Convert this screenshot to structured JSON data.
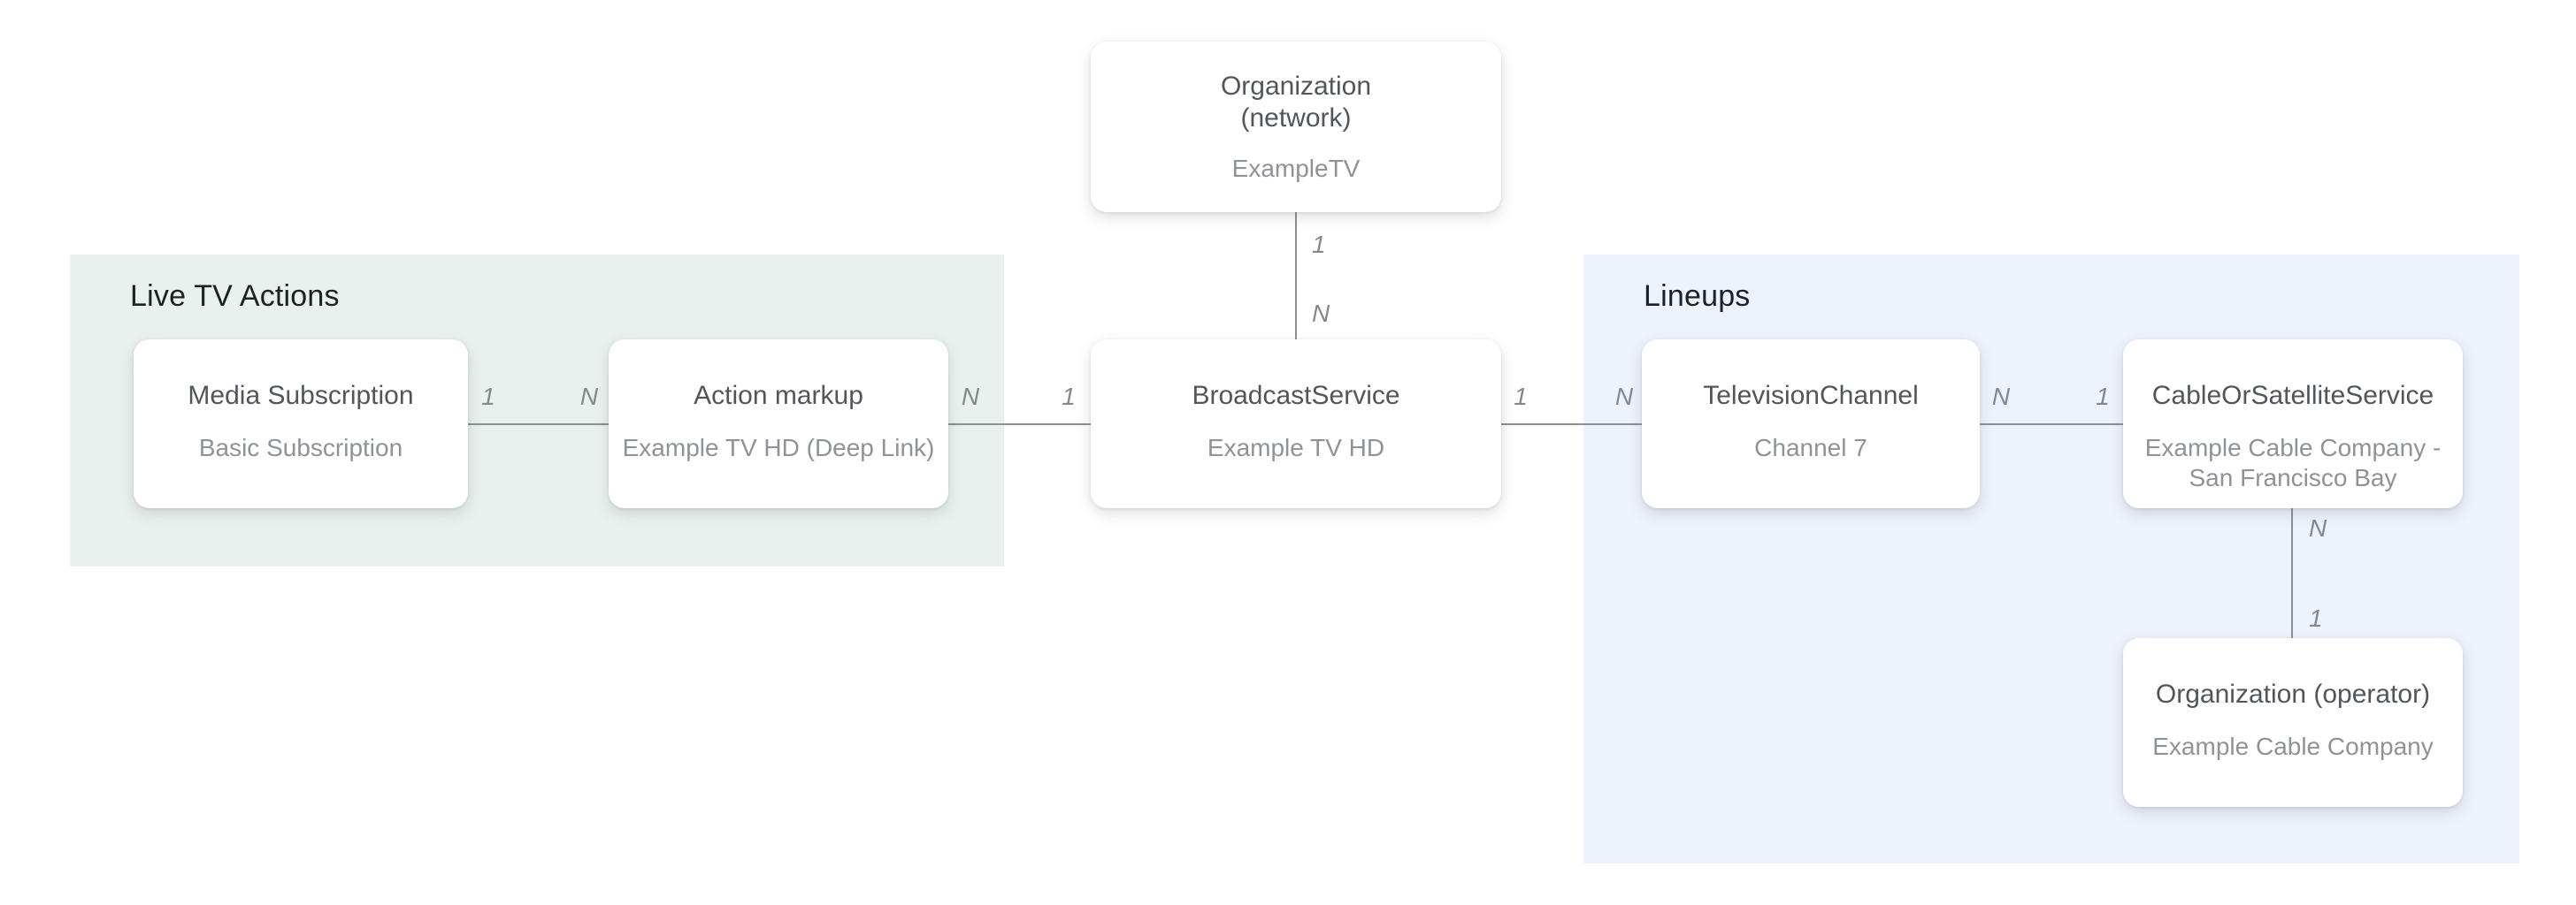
{
  "diagram": {
    "regions": {
      "live_tv_actions": {
        "label": "Live TV Actions"
      },
      "lineups": {
        "label": "Lineups"
      }
    },
    "nodes": {
      "org_network": {
        "title_line1": "Organization",
        "title_line2": "(network)",
        "subtitle": "ExampleTV"
      },
      "media_subscription": {
        "title": "Media Subscription",
        "subtitle": "Basic Subscription"
      },
      "action_markup": {
        "title": "Action markup",
        "subtitle": "Example TV HD (Deep Link)"
      },
      "broadcast_service": {
        "title": "BroadcastService",
        "subtitle": "Example TV HD"
      },
      "television_channel": {
        "title": "TelevisionChannel",
        "subtitle": "Channel 7"
      },
      "cable_or_satellite_service": {
        "title": "CableOrSatelliteService",
        "subtitle_line1": "Example Cable Company -",
        "subtitle_line2": "San Francisco Bay"
      },
      "org_operator": {
        "title": "Organization (operator)",
        "subtitle": "Example Cable Company"
      }
    },
    "edges": {
      "network_to_broadcast": {
        "from_label": "1",
        "to_label": "N"
      },
      "mediasub_to_action": {
        "from_label": "1",
        "to_label": "N"
      },
      "action_to_broadcast": {
        "from_label": "N",
        "to_label": "1"
      },
      "broadcast_to_channel": {
        "from_label": "1",
        "to_label": "N"
      },
      "channel_to_cable": {
        "from_label": "N",
        "to_label": "1"
      },
      "cable_to_operator": {
        "from_label": "N",
        "to_label": "1"
      }
    },
    "colors": {
      "page_bg": "#ffffff",
      "region_live_tv_bg": "#e8f1ed",
      "region_lineups_bg": "#edf2fc",
      "node_bg": "#ffffff",
      "node_title_text": "#50565c",
      "node_subtitle_text": "#8d9398",
      "edge_line": "#8a9096",
      "edge_label_text": "#84898e",
      "region_label_text": "#1d2125"
    }
  }
}
